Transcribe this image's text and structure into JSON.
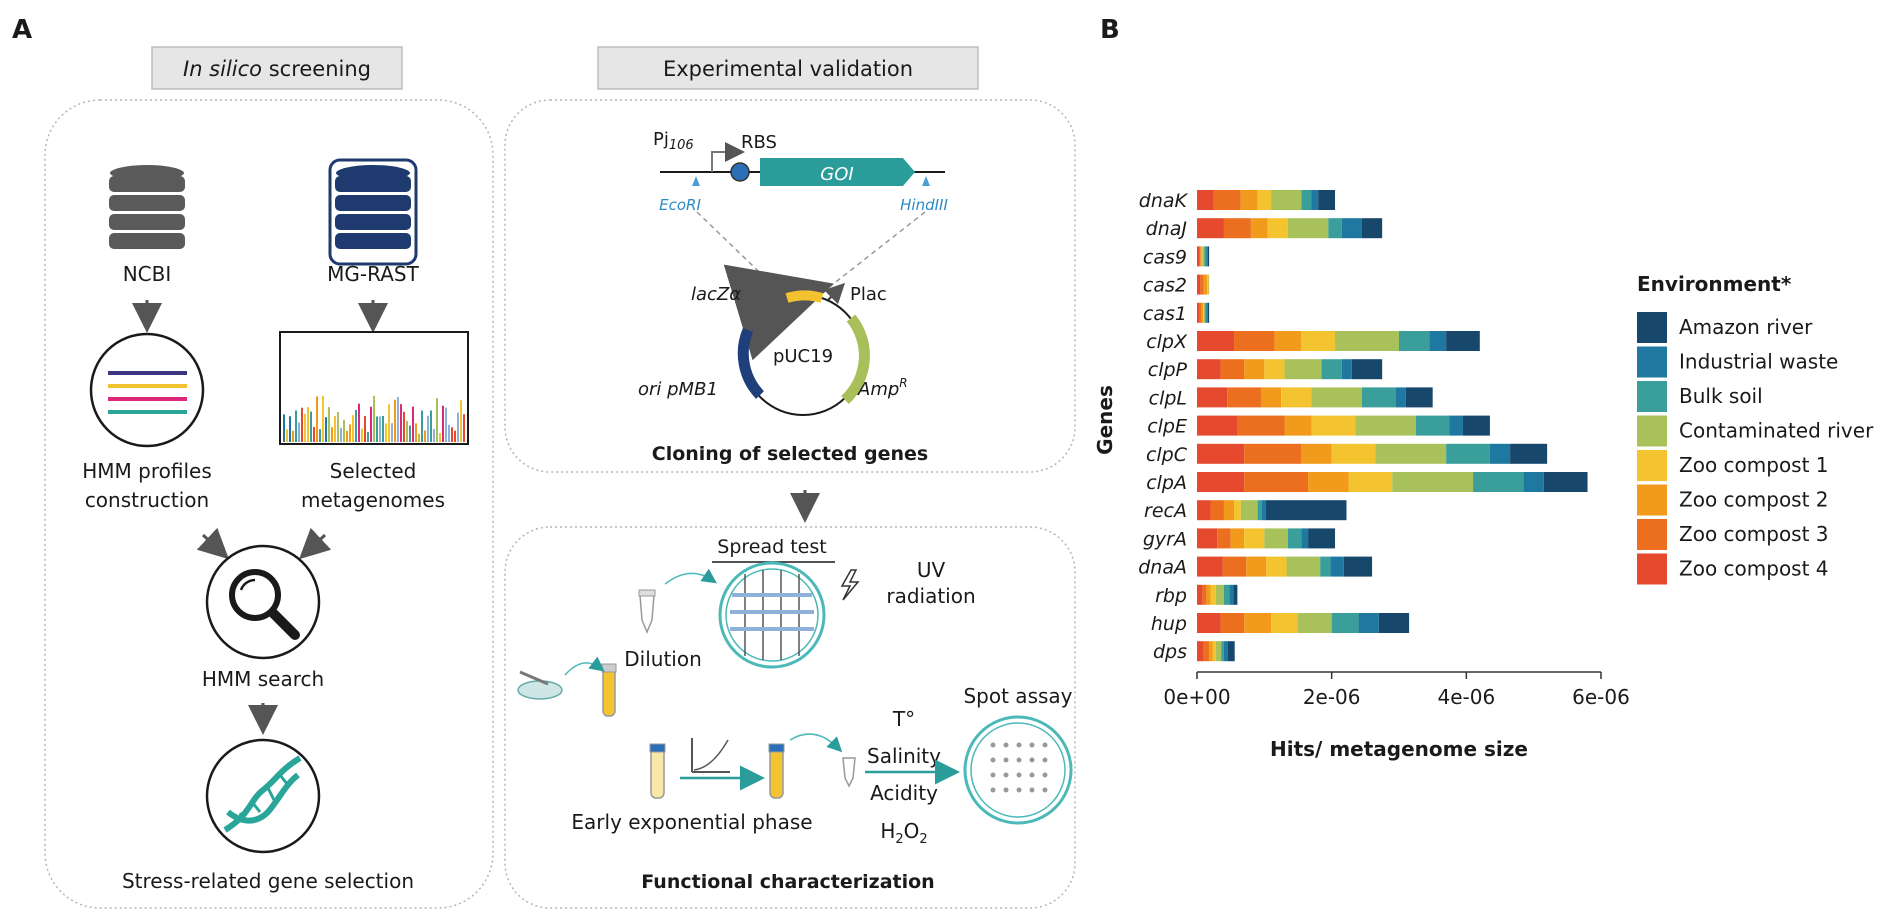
{
  "panel_labels": {
    "a": "A",
    "b": "B"
  },
  "headers": {
    "screening_italic": "In silico",
    "screening_rest": " screening",
    "validation": "Experimental validation"
  },
  "screening": {
    "ncbi": "NCBI",
    "mgrast": "MG-RAST",
    "hmm_profiles_l1": "HMM profiles",
    "hmm_profiles_l2": "construction",
    "selected_l1": "Selected",
    "selected_l2": "metagenomes",
    "hmm_search": "HMM search",
    "gene_selection": "Stress-related gene selection"
  },
  "cloning": {
    "promoter": "Pj",
    "promoter_sub": "106",
    "rbs": "RBS",
    "goi": "GOI",
    "ecori": "EcoRI",
    "hindiii": "HindIII",
    "lacz": "lacZα",
    "plac": "Plac",
    "plasmid": "pUC19",
    "ori": "ori pMB1",
    "amp": "Amp",
    "amp_sup": "R",
    "title": "Cloning of selected genes"
  },
  "functional": {
    "spread_test": "Spread test",
    "uv_l1": "UV",
    "uv_l2": "radiation",
    "dilution": "Dilution",
    "early_phase": "Early exponential phase",
    "temp": "T°",
    "salinity": "Salinity",
    "acidity": "Acidity",
    "h2o2_h": "H",
    "h2o2_2a": "2",
    "h2o2_o": "O",
    "h2o2_2b": "2",
    "spot_assay": "Spot assay",
    "title": "Functional characterization"
  },
  "colors": {
    "teal": "#2a9d9a",
    "plasmid_orange": "#e8711e",
    "plasmid_navy": "#1f3f7a",
    "plasmid_green": "#a8bf5a",
    "db_grey": "#5a5a5a",
    "db_navy": "#1f3a6e"
  },
  "chart_data": {
    "type": "bar",
    "orientation": "horizontal",
    "stacked": true,
    "ylabel": "Genes",
    "xlabel": "Hits/ metagenome size",
    "xlim": [
      0,
      6e-06
    ],
    "xticks": [
      "0e+00",
      "2e-06",
      "4e-06",
      "6e-06"
    ],
    "xtick_values": [
      0,
      2e-06,
      4e-06,
      6e-06
    ],
    "legend_title": "Environment*",
    "legend_position": "right",
    "categories": [
      "dnaK",
      "dnaJ",
      "cas9",
      "cas2",
      "cas1",
      "clpX",
      "clpP",
      "clpL",
      "clpE",
      "clpC",
      "clpA",
      "recA",
      "gyrA",
      "dnaA",
      "rbp",
      "hup",
      "dps"
    ],
    "series": [
      {
        "name": "Zoo compost 4",
        "color": "#e64a2e",
        "values": [
          2.5e-07,
          4e-07,
          3e-08,
          5e-08,
          4e-08,
          5.5e-07,
          3.5e-07,
          4.5e-07,
          6e-07,
          7e-07,
          7e-07,
          2e-07,
          3e-07,
          3.8e-07,
          8e-08,
          3.5e-07,
          1e-07
        ]
      },
      {
        "name": "Zoo compost 3",
        "color": "#eb6f1f",
        "values": [
          4e-07,
          4e-07,
          2e-08,
          5e-08,
          3e-08,
          6e-07,
          3.5e-07,
          5e-07,
          7e-07,
          8.5e-07,
          9.5e-07,
          2e-07,
          2e-07,
          3.5e-07,
          6e-08,
          3.5e-07,
          8e-08
        ]
      },
      {
        "name": "Zoo compost 2",
        "color": "#f19a1c",
        "values": [
          2.5e-07,
          2.5e-07,
          2e-08,
          5e-08,
          2e-08,
          4e-07,
          3e-07,
          3e-07,
          4e-07,
          4.5e-07,
          6e-07,
          1.5e-07,
          2e-07,
          3e-07,
          6e-08,
          4e-07,
          5e-08
        ]
      },
      {
        "name": "Zoo compost 1",
        "color": "#f4c430",
        "values": [
          2e-07,
          3e-07,
          1e-08,
          2e-08,
          1e-08,
          5e-07,
          3e-07,
          4.5e-07,
          6.5e-07,
          6.5e-07,
          6.5e-07,
          1e-07,
          3e-07,
          3e-07,
          8e-08,
          4e-07,
          5e-08
        ]
      },
      {
        "name": "Contaminated river",
        "color": "#a9c15b",
        "values": [
          4.5e-07,
          6e-07,
          3e-08,
          1e-08,
          2e-08,
          9.5e-07,
          5.5e-07,
          7.5e-07,
          9e-07,
          1.05e-06,
          1.2e-06,
          2.5e-07,
          3.5e-07,
          5e-07,
          1.2e-07,
          5e-07,
          8e-08
        ]
      },
      {
        "name": "Bulk soil",
        "color": "#3a9e9a",
        "values": [
          1.5e-07,
          2e-07,
          3e-08,
          0.0,
          2e-08,
          4.5e-07,
          3e-07,
          5e-07,
          5e-07,
          6.5e-07,
          7.5e-07,
          6e-08,
          2e-07,
          1.5e-07,
          8e-08,
          4e-07,
          4e-08
        ]
      },
      {
        "name": "Industrial waste",
        "color": "#1f78a0",
        "values": [
          1e-07,
          3e-07,
          2e-08,
          0.0,
          2e-08,
          2.5e-07,
          1.5e-07,
          1.5e-07,
          2e-07,
          3e-07,
          3e-07,
          6e-08,
          1e-07,
          2e-07,
          6e-08,
          3e-07,
          6e-08
        ]
      },
      {
        "name": "Amazon river",
        "color": "#17476b",
        "values": [
          2.5e-07,
          3e-07,
          2e-08,
          0.0,
          2e-08,
          5e-07,
          4.5e-07,
          4e-07,
          4e-07,
          5.5e-07,
          6.5e-07,
          1.2e-06,
          4e-07,
          4.2e-07,
          6e-08,
          4.5e-07,
          1e-07
        ]
      }
    ],
    "legend_order": [
      "Amazon river",
      "Industrial waste",
      "Bulk soil",
      "Contaminated river",
      "Zoo compost 1",
      "Zoo compost 2",
      "Zoo compost 3",
      "Zoo compost 4"
    ]
  }
}
